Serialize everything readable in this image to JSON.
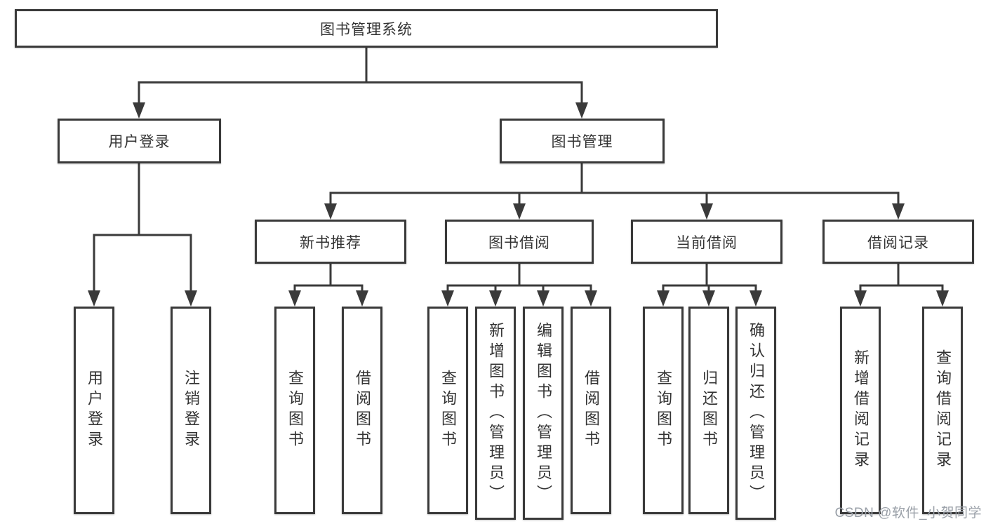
{
  "diagram_title": "图书管理系统",
  "tree": {
    "label": "图书管理系统",
    "children": [
      {
        "label": "用户登录",
        "children": [
          {
            "label": "用户登录"
          },
          {
            "label": "注销登录"
          }
        ]
      },
      {
        "label": "图书管理",
        "children": [
          {
            "label": "新书推荐",
            "children": [
              {
                "label": "查询图书"
              },
              {
                "label": "借阅图书"
              }
            ]
          },
          {
            "label": "图书借阅",
            "children": [
              {
                "label": "查询图书"
              },
              {
                "label": "新增图书（管理员）"
              },
              {
                "label": "编辑图书（管理员）"
              },
              {
                "label": "借阅图书"
              }
            ]
          },
          {
            "label": "当前借阅",
            "children": [
              {
                "label": "查询图书"
              },
              {
                "label": "归还图书"
              },
              {
                "label": "确认归还（管理员）"
              }
            ]
          },
          {
            "label": "借阅记录",
            "children": [
              {
                "label": "新增借阅记录"
              },
              {
                "label": "查询借阅记录"
              }
            ]
          }
        ]
      }
    ]
  },
  "watermark": {
    "text": "CSDN @软件_小贺同学"
  },
  "colors": {
    "line": "#3a3a3a",
    "text": "#333333",
    "box_background": "#ffffff",
    "watermark_text": "#9aa0a8"
  }
}
